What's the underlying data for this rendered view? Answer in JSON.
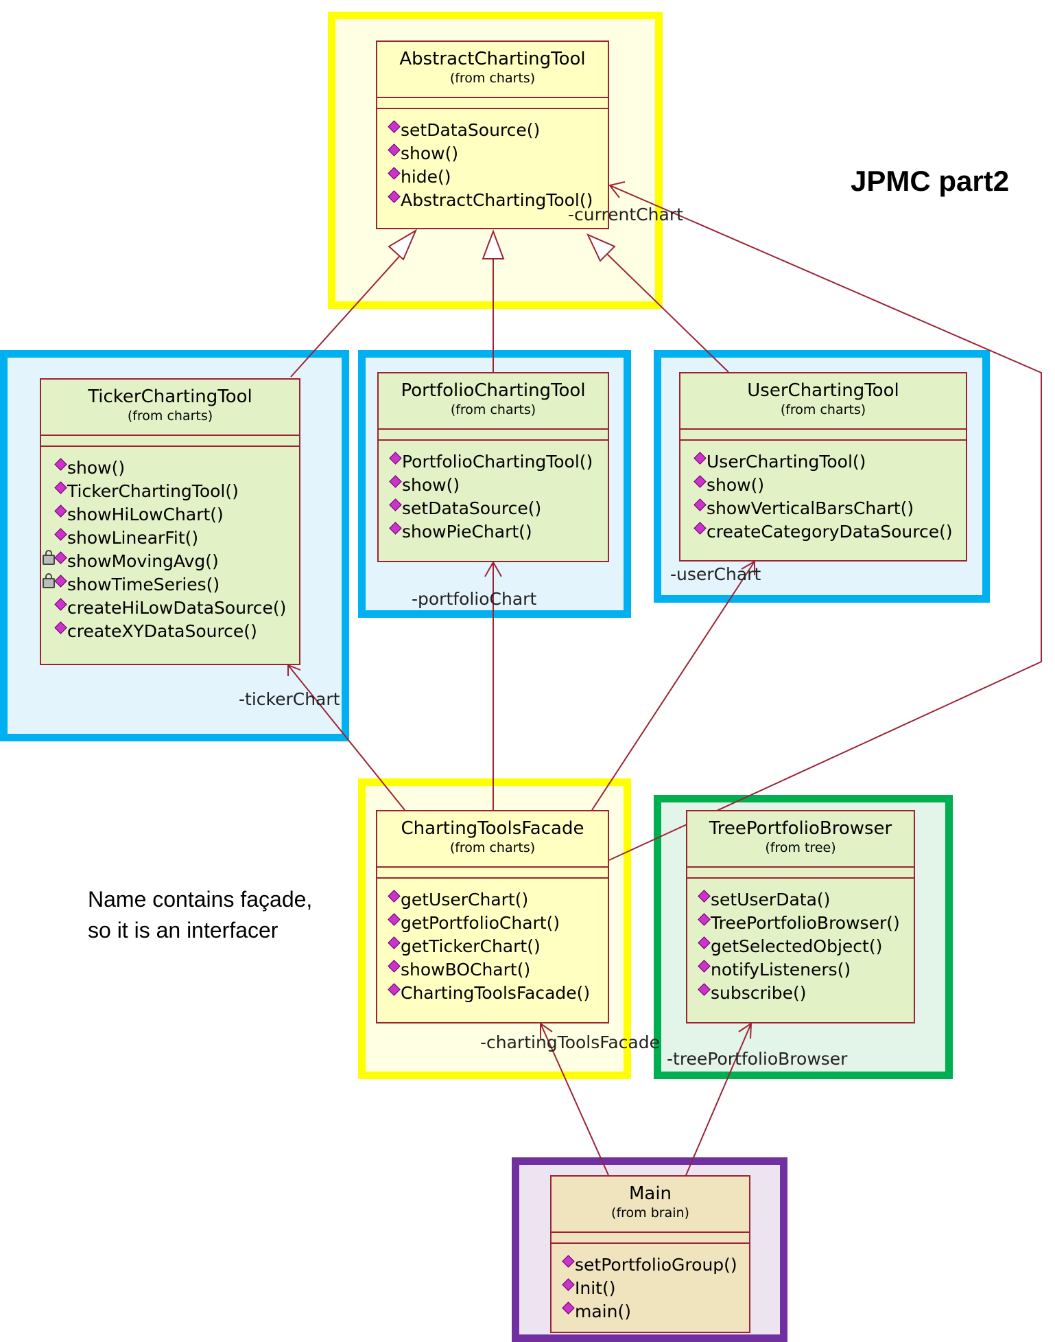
{
  "title": "JPMC part2",
  "note": {
    "line1": "Name contains façade,",
    "line2": "so it is an interfacer"
  },
  "colors": {
    "yellow_zone": "#ffff00",
    "blue_zone": "#00b0f0",
    "green_zone": "#00b050",
    "purple_zone": "#7030a0",
    "relation_line": "#9b2335",
    "operation_icon": "#cc33cc"
  },
  "classes": {
    "abstract_charting_tool": {
      "name": "AbstractChartingTool",
      "from": "(from charts)",
      "ops": [
        "setDataSource()",
        "show()",
        "hide()",
        "AbstractChartingTool()"
      ]
    },
    "ticker_charting_tool": {
      "name": "TickerChartingTool",
      "from": "(from charts)",
      "ops": [
        "show()",
        "TickerChartingTool()",
        "showHiLowChart()",
        "showLinearFit()",
        "showMovingAvg()",
        "showTimeSeries()",
        "createHiLowDataSource()",
        "createXYDataSource()"
      ]
    },
    "portfolio_charting_tool": {
      "name": "PortfolioChartingTool",
      "from": "(from charts)",
      "ops": [
        "PortfolioChartingTool()",
        "show()",
        "setDataSource()",
        "showPieChart()"
      ]
    },
    "user_charting_tool": {
      "name": "UserChartingTool",
      "from": "(from charts)",
      "ops": [
        "UserChartingTool()",
        "show()",
        "showVerticalBarsChart()",
        "createCategoryDataSource()"
      ]
    },
    "charting_tools_facade": {
      "name": "ChartingToolsFacade",
      "from": "(from charts)",
      "ops": [
        "getUserChart()",
        "getPortfolioChart()",
        "getTickerChart()",
        "showBOChart()",
        "ChartingToolsFacade()"
      ]
    },
    "tree_portfolio_browser": {
      "name": "TreePortfolioBrowser",
      "from": "(from tree)",
      "ops": [
        "setUserData()",
        "TreePortfolioBrowser()",
        "getSelectedObject()",
        "notifyListeners()",
        "subscribe()"
      ]
    },
    "main": {
      "name": "Main",
      "from": "(from brain)",
      "ops": [
        "setPortfolioGroup()",
        "Init()",
        "main()"
      ]
    }
  },
  "roles": {
    "current_chart": "-currentChart",
    "ticker_chart": "-tickerChart",
    "portfolio_chart": "-portfolioChart",
    "user_chart": "-userChart",
    "charting_tools_facade": "-chartingToolsFacade",
    "tree_portfolio_browser": "-treePortfolioBrowser"
  }
}
